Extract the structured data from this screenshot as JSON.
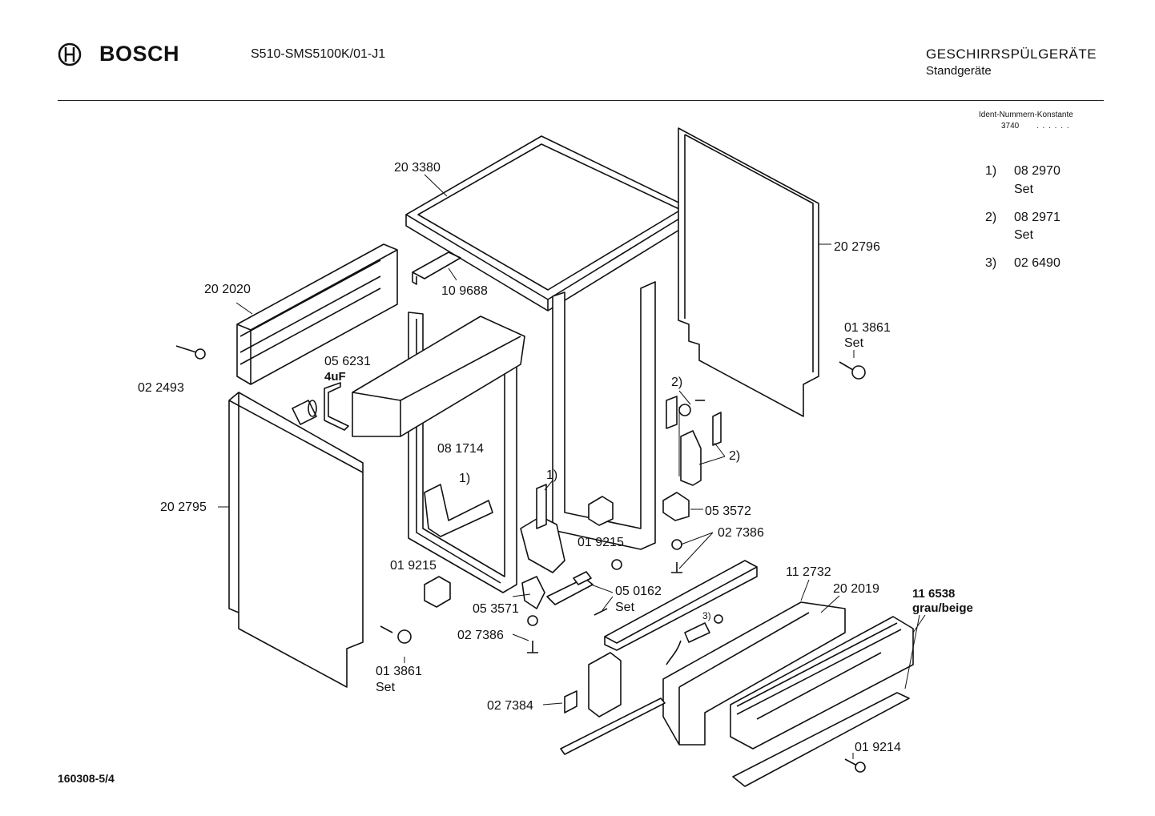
{
  "header": {
    "brand": "BOSCH",
    "model": "S510-SMS5100K/01-J1",
    "category": "GESCHIRRSPÜLGERÄTE",
    "subcategory": "Standgeräte"
  },
  "ident": {
    "title": "Ident-Nummern-Konstante",
    "code": "3740",
    "dots": ". .  . . . ."
  },
  "footnotes": [
    {
      "num": "1)",
      "part": "08 2970",
      "note": "Set"
    },
    {
      "num": "2)",
      "part": "08 2971",
      "note": "Set"
    },
    {
      "num": "3)",
      "part": "02 6490",
      "note": ""
    }
  ],
  "parts": {
    "p203380": "20 3380",
    "p202796": "20 2796",
    "p109688": "10 9688",
    "p202020": "20 2020",
    "p022493": "02 2493",
    "p056231": "05 6231",
    "p056231_val": "4uF",
    "p013861_top": "01 3861",
    "p013861_top_set": "Set",
    "p081714": "08 1714",
    "p081714_ref": "1)",
    "ref1_right": "1)",
    "ref2_top": "2)",
    "ref2_mid": "2)",
    "ref3": "3)",
    "p202795": "20 2795",
    "p019215_mid": "01 9215",
    "p053572": "05 3572",
    "p027386_right": "02 7386",
    "p019215_left": "01 9215",
    "p050162": "05 0162",
    "p050162_set": "Set",
    "p053571": "05 3571",
    "p112732": "11 2732",
    "p202019": "20 2019",
    "p116538": "11 6538",
    "p116538_color": "grau/beige",
    "p027386_left": "02 7386",
    "p013861_bot": "01 3861",
    "p013861_bot_set": "Set",
    "p027384": "02 7384",
    "p019214": "01 9214"
  },
  "footer": {
    "doc_id": "160308-5/4"
  }
}
